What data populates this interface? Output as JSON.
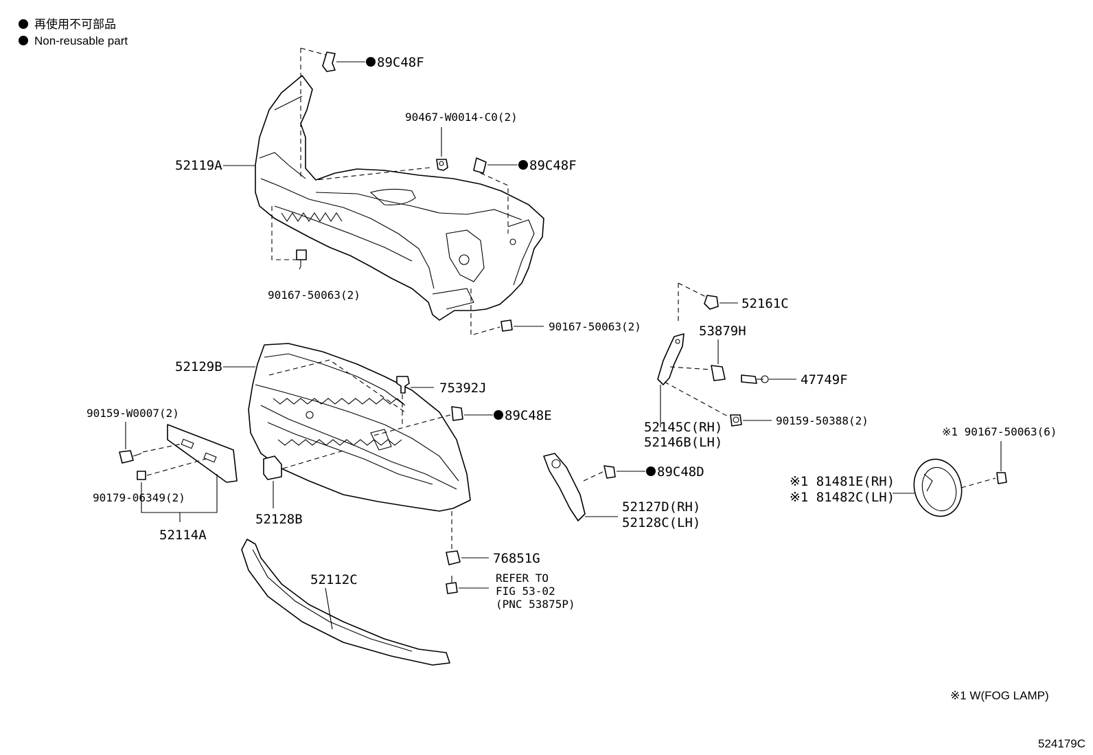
{
  "legend": {
    "jp": "再使用不可部品",
    "en": "Non-reusable part"
  },
  "footnote": "※1 W(FOG LAMP)",
  "figure_id": "524179C",
  "callouts": {
    "c89C48F_top": "89C48F",
    "c90467": "90467-W0014-C0(2)",
    "c89C48F_mid": "89C48F",
    "c52119A": "52119A",
    "c90167_left": "90167-50063(2)",
    "c90167_right": "90167-50063(2)",
    "c52161C": "52161C",
    "c53879H": "53879H",
    "c47749F": "47749F",
    "c52129B": "52129B",
    "c75392J": "75392J",
    "c89C48E": "89C48E",
    "c90159_W0007": "90159-W0007(2)",
    "c90159_50388": "90159-50388(2)",
    "c52145C": "52145C(RH)",
    "c52146B": "52146B(LH)",
    "c90167_6": "※1 90167-50063(6)",
    "c89C48D": "89C48D",
    "c81481E": "※1 81481E(RH)",
    "c81482C": "※1 81482C(LH)",
    "c90179": "90179-06349(2)",
    "c52127D": "52127D(RH)",
    "c52128C": "52128C(LH)",
    "c52114A": "52114A",
    "c52128B": "52128B",
    "c76851G": "76851G",
    "c52112C": "52112C",
    "refer1": "REFER TO",
    "refer2": "FIG 53-02",
    "refer3": "(PNC 53875P)"
  }
}
